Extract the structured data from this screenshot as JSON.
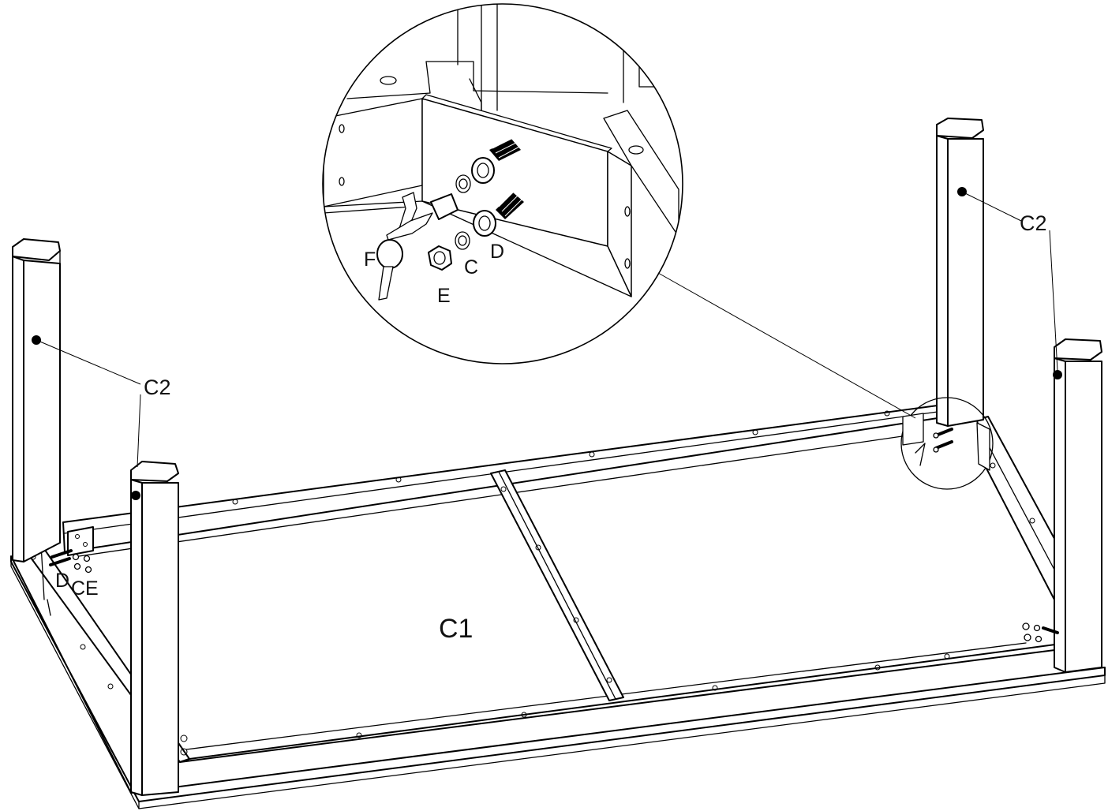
{
  "labels": {
    "frame": "C1",
    "leg_left_back": "C2",
    "leg_right_back": "C2",
    "detail_F": "F",
    "detail_C": "C",
    "detail_D": "D",
    "detail_E": "E",
    "corner_D": "D",
    "corner_CE": "CE"
  },
  "colors": {
    "line": "#000000",
    "background": "#ffffff"
  }
}
